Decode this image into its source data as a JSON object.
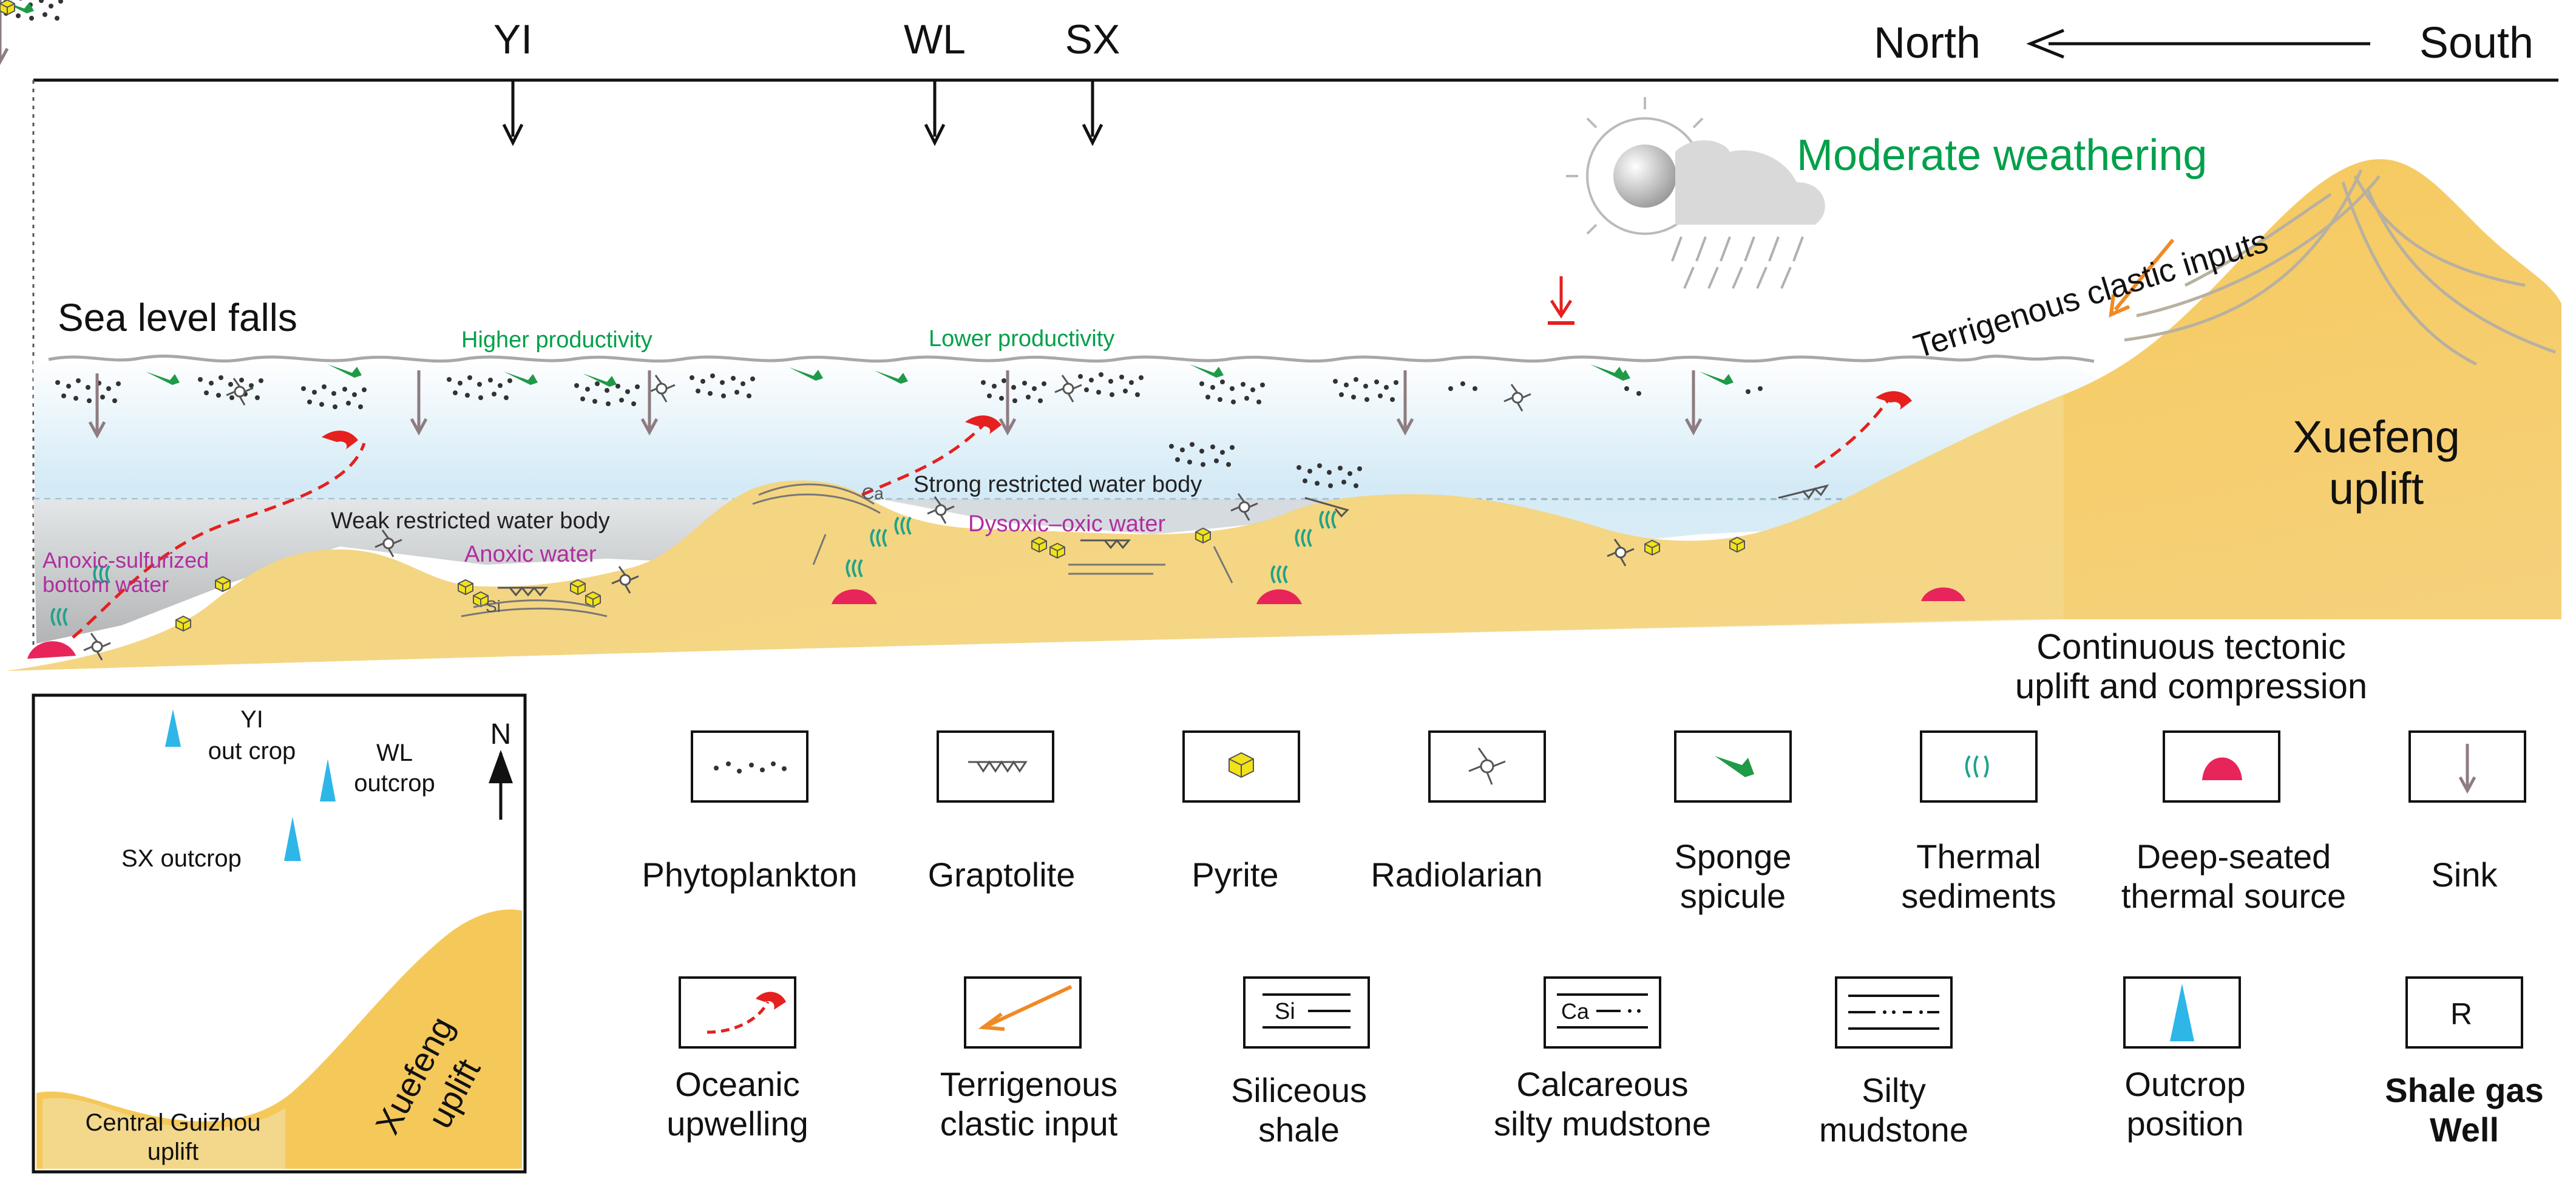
{
  "header": {
    "sites": [
      "YI",
      "WL",
      "SX"
    ],
    "north": "North",
    "south": "South"
  },
  "section": {
    "weathering": "Moderate weathering",
    "sea_level": "Sea level falls",
    "higher_productivity": "Higher  productivity",
    "lower_productivity": "Lower productivity",
    "terrigenous": "Terrigenous  clastic inputs",
    "xuefeng_line1": "Xuefeng",
    "xuefeng_line2": "uplift",
    "strong_restricted": "Strong restricted water body",
    "weak_restricted": "Weak restricted water body",
    "anoxic_water": "Anoxic  water",
    "dysoxic": "Dysoxic–oxic water",
    "anoxic_sulfurized_1": "Anoxic-sulfurized",
    "anoxic_sulfurized_2": "bottom water",
    "si_label": "Si",
    "ca_label": "Ca",
    "tectonic_line1": "Continuous tectonic",
    "tectonic_line2": "uplift and compression"
  },
  "inset_map": {
    "north_label": "N",
    "yi_1": "YI",
    "yi_2": "out crop",
    "wl_1": "WL",
    "wl_2": "outcrop",
    "sx": "SX outcrop",
    "xuefeng_1": "Xuefeng",
    "xuefeng_2": "uplift",
    "central_1": "Central Guizhou",
    "central_2": "uplift"
  },
  "legend": {
    "row1": [
      {
        "icon": "phytoplankton-icon",
        "lines": [
          "Phytoplankton"
        ]
      },
      {
        "icon": "graptolite-icon",
        "lines": [
          "Graptolite"
        ]
      },
      {
        "icon": "pyrite-icon",
        "lines": [
          "Pyrite"
        ]
      },
      {
        "icon": "radiolarian-icon",
        "lines": [
          "Radiolarian"
        ]
      },
      {
        "icon": "sponge-spicule-icon",
        "lines": [
          "Sponge",
          "spicule"
        ]
      },
      {
        "icon": "thermal-sediments-icon",
        "lines": [
          "Thermal",
          "sediments"
        ]
      },
      {
        "icon": "thermal-source-icon",
        "lines": [
          "Deep-seated",
          "thermal source"
        ]
      },
      {
        "icon": "sink-icon",
        "lines": [
          "Sink"
        ]
      }
    ],
    "row2": [
      {
        "icon": "upwelling-icon",
        "lines": [
          "Oceanic",
          "upwelling"
        ]
      },
      {
        "icon": "clastic-input-icon",
        "lines": [
          "Terrigenous",
          "clastic input"
        ]
      },
      {
        "icon": "siliceous-shale-icon",
        "lines": [
          "Siliceous",
          "shale"
        ],
        "glyph": "Si"
      },
      {
        "icon": "calcareous-mudstone-icon",
        "lines": [
          "Calcareous",
          "silty mudstone"
        ],
        "glyph": "Ca"
      },
      {
        "icon": "silty-mudstone-icon",
        "lines": [
          "Silty",
          "mudstone"
        ]
      },
      {
        "icon": "outcrop-icon",
        "lines": [
          "Outcrop",
          "position"
        ]
      },
      {
        "icon": "shale-gas-well-icon",
        "lines": [
          "Shale gas",
          "Well"
        ],
        "glyph": "R"
      }
    ]
  },
  "colors": {
    "uplift_fill": "#F5C85A",
    "sediment_fill": "#F3D88C",
    "water_top": "#FFFFFF",
    "water_mid": "#D3EAF6",
    "bottom_water": "#BDBDBD",
    "green_text": "#00A04A",
    "magenta_text": "#B02EA0",
    "upwelling_red": "#E5201E",
    "clastic_orange": "#F08A24",
    "outcrop_blue": "#2EB6E8",
    "thermal_pink": "#E8255A",
    "pyrite_yellow": "#F2E21A"
  }
}
